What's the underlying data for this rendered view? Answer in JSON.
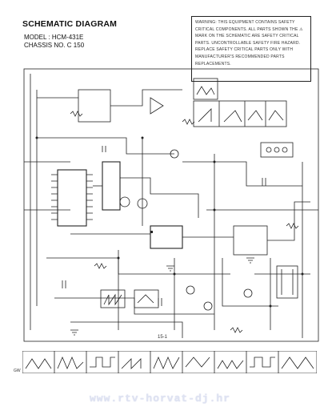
{
  "header": {
    "title": "SCHEMATIC DIAGRAM",
    "model": "MODEL : HCM-431E",
    "chassis": "CHASSIS NO. C 150"
  },
  "warning": {
    "text": "WARNING: THIS EQUIPMENT CONTAINS SAFETY CRITICAL COMPONENTS. ALL PARTS SHOWN THE ⚠ MARK ON THE SCHEMATIC ARE SAFETY CRITICAL PARTS. UNCONTROLLABLE SAFETY FIRE HAZARD. REPLACE SAFETY CRITICAL PARTS ONLY WITH MANUFACTURER'S RECOMMENDED PARTS REPLACEMENTS."
  },
  "footer": {
    "page_number": "15-1",
    "strip_label": "GW",
    "watermark": "www.rtv-horvat-dj.hr"
  },
  "colors": {
    "ink": "#222222",
    "watermark": "#dfe3f2"
  }
}
